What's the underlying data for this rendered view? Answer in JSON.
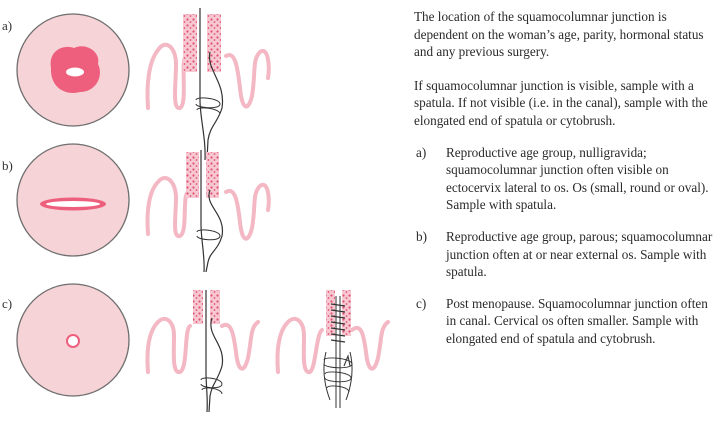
{
  "figure": {
    "labels": [
      "a)",
      "b)",
      "c)"
    ],
    "colors": {
      "cervix_fill": "#f6d3d6",
      "cervix_outline": "#6e6e6e",
      "columnar_epithelium": "#ee5f7d",
      "epithelium_wave": "#f3b8c4",
      "canal_tissue": "#e56a85",
      "instrument": "#333333"
    },
    "icons": [
      "cervix-front-view-a",
      "cervix-front-view-b",
      "cervix-front-view-c",
      "spatula-side-view",
      "cytobrush-side-view"
    ]
  },
  "text": {
    "para1": "The location of the squamocolumnar junction is dependent on the woman’s age, parity, hormonal status and any previous surgery.",
    "para2": "If squamocolumnar junction is visible, sample with a spatula. If not visible (i.e. in the canal), sample with the elongated end of spatula or cytobrush.",
    "items": [
      {
        "marker": "a)",
        "text": "Reproductive age group, nulligravida; squamocolumnar junction often visible on ectocervix lateral to os. Os (small, round or oval). Sample with spatula."
      },
      {
        "marker": "b)",
        "text": "Reproductive age group, parous; squamocolumnar junction often at or near external os. Sample with spatula."
      },
      {
        "marker": "c)",
        "text": "Post menopause. Squamocolumnar junction often in canal. Cervical os often smaller. Sample with elongated end of spatula and cytobrush."
      }
    ]
  }
}
